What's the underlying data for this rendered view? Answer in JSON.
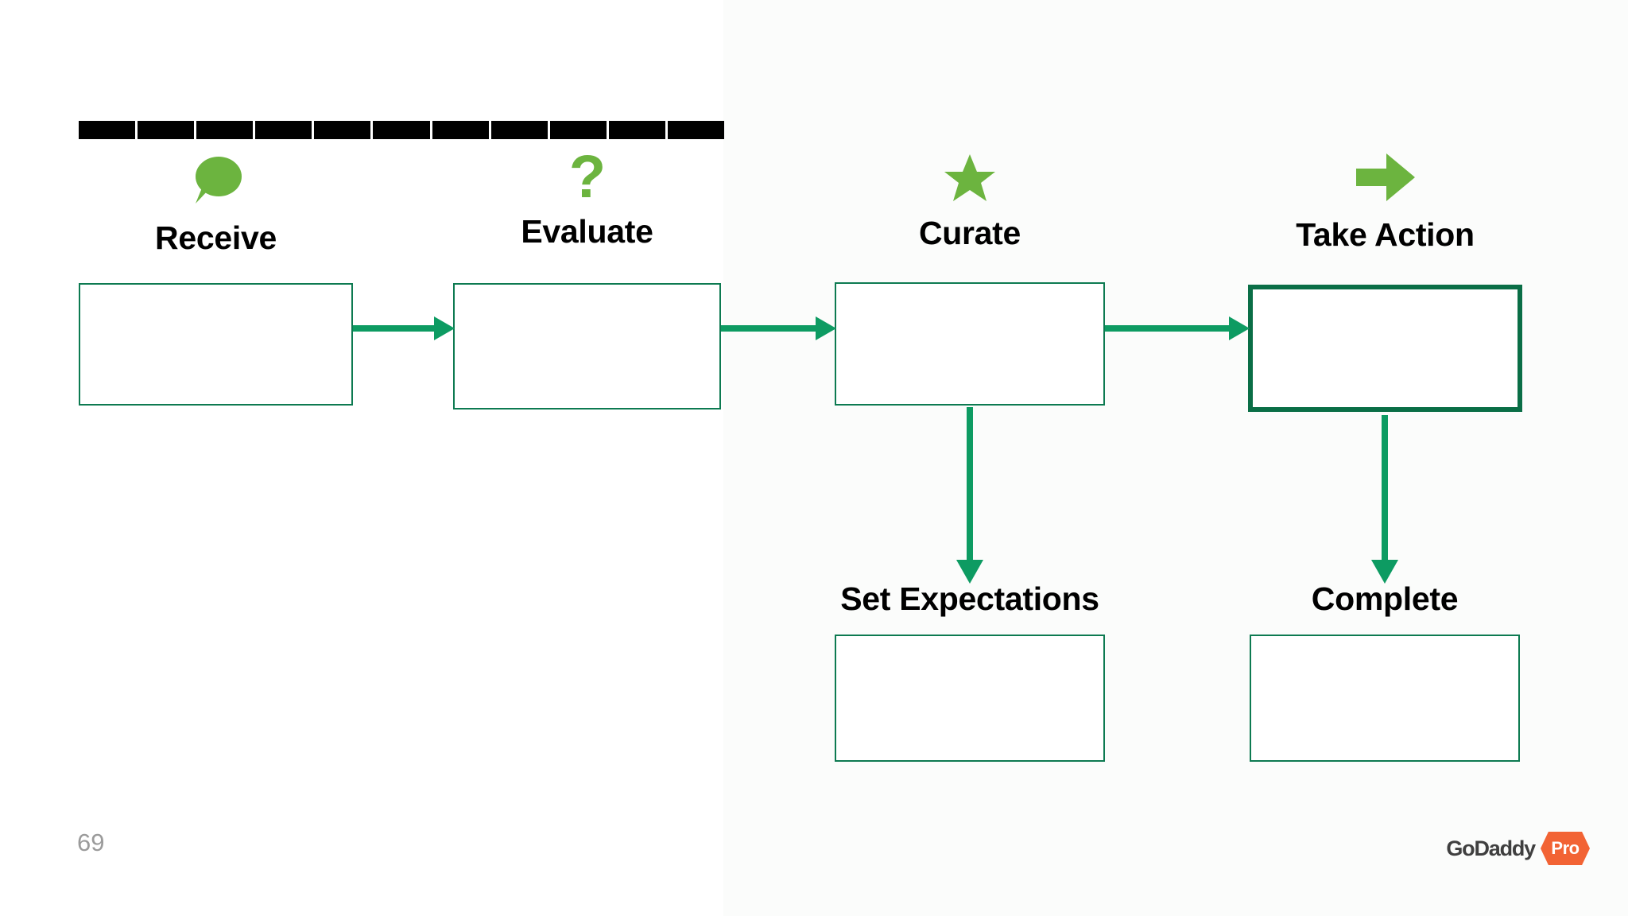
{
  "slide": {
    "page_number": "69",
    "background_color": "#ffffff",
    "accent_green_dark": "#0d7a51",
    "accent_green_arrow": "#0d9b62",
    "accent_green_icon": "#6cb43f",
    "rule_color": "#000000",
    "rule_segments": 11
  },
  "flow": {
    "top_row": [
      {
        "id": "receive",
        "label": "Receive",
        "icon": "speech-bubble-icon",
        "emphasis": false,
        "box_empty": true
      },
      {
        "id": "evaluate",
        "label": "Evaluate",
        "icon": "question-mark-icon",
        "emphasis": false,
        "box_empty": true
      },
      {
        "id": "curate",
        "label": "Curate",
        "icon": "star-icon",
        "emphasis": false,
        "box_empty": true
      },
      {
        "id": "take-action",
        "label": "Take Action",
        "icon": "right-arrow-icon",
        "emphasis": true,
        "box_empty": true
      }
    ],
    "bottom_row": [
      {
        "id": "set-expectations",
        "label": "Set Expectations",
        "box_empty": true
      },
      {
        "id": "complete",
        "label": "Complete",
        "box_empty": true
      }
    ],
    "connectors": [
      {
        "id": "receive-to-evaluate",
        "direction": "right"
      },
      {
        "id": "evaluate-to-curate",
        "direction": "right"
      },
      {
        "id": "curate-to-take-action",
        "direction": "right"
      },
      {
        "id": "curate-to-set-expectations",
        "direction": "down"
      },
      {
        "id": "take-action-to-complete",
        "direction": "down"
      }
    ]
  },
  "footer": {
    "logo_word": "GoDaddy",
    "logo_badge": "Pro"
  }
}
